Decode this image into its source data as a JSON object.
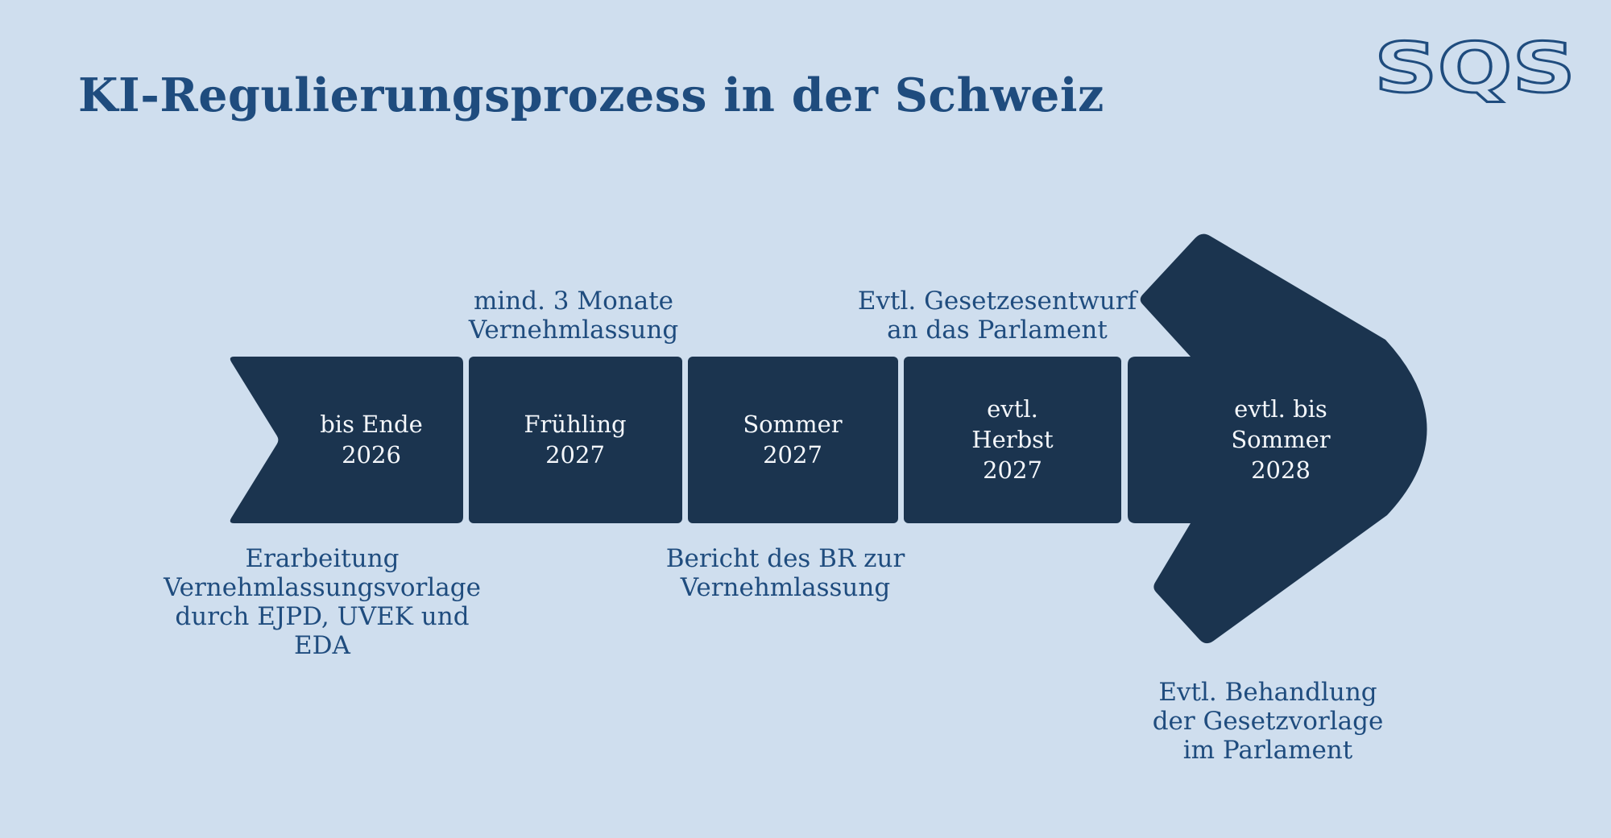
{
  "title": "KI-Regulierungsprozess in der Schweiz",
  "logo": {
    "text": "SQS"
  },
  "colors": {
    "background": "#cfdeee",
    "shape": "#1b344f",
    "heading_text": "#1f4c7e",
    "segment_text": "#f4f7fb"
  },
  "timeline": {
    "stages": [
      {
        "label": "bis Ende\n2026",
        "annotation": "Erarbeitung\nVernehmlassungsvorlage\ndurch EJPD, UVEK und\nEDA",
        "annotation_position": "below"
      },
      {
        "label": "Frühling\n2027",
        "annotation": "mind. 3 Monate\nVernehmlassung",
        "annotation_position": "above"
      },
      {
        "label": "Sommer\n2027",
        "annotation": "Bericht des BR zur\nVernehmlassung",
        "annotation_position": "below"
      },
      {
        "label": "evtl.\nHerbst\n2027",
        "annotation": "Evtl. Gesetzesentwurf\nan das Parlament",
        "annotation_position": "above"
      },
      {
        "label": "evtl. bis\nSommer\n2028",
        "annotation": "Evtl. Behandlung\nder Gesetzvorlage\nim Parlament",
        "annotation_position": "below"
      }
    ]
  }
}
